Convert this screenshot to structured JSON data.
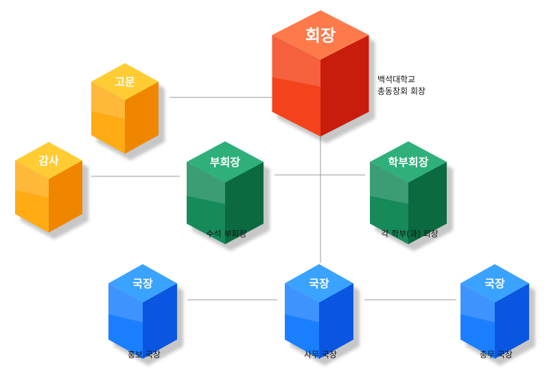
{
  "nodes": {
    "president": {
      "label": "회장",
      "caption_line1": "백석대학교",
      "caption_line2": "총동창회 회장"
    },
    "advisor": {
      "label": "고문"
    },
    "auditor": {
      "label": "감사"
    },
    "vice_president": {
      "label": "부회장",
      "caption": "수석 부회장"
    },
    "dept_president": {
      "label": "학부회장",
      "caption": "각 학부(과) 회장"
    },
    "director_pr": {
      "label": "국장",
      "caption": "홍보 국장"
    },
    "director_admin": {
      "label": "국장",
      "caption": "사무 국장"
    },
    "director_general": {
      "label": "국장",
      "caption": "총무 국장"
    }
  },
  "colors": {
    "red_top": "#ff7a4a",
    "red_front": "#f4431a",
    "red_side": "#c81c0c",
    "orange_top": "#ffcc33",
    "orange_front": "#ffab14",
    "orange_side": "#f08600",
    "green_top": "#2fb07a",
    "green_front": "#178a5a",
    "green_side": "#0b6a40",
    "blue_top": "#3aa3ff",
    "blue_front": "#1a7fff",
    "blue_side": "#0a56e0",
    "connector": "#9a9a9a"
  }
}
